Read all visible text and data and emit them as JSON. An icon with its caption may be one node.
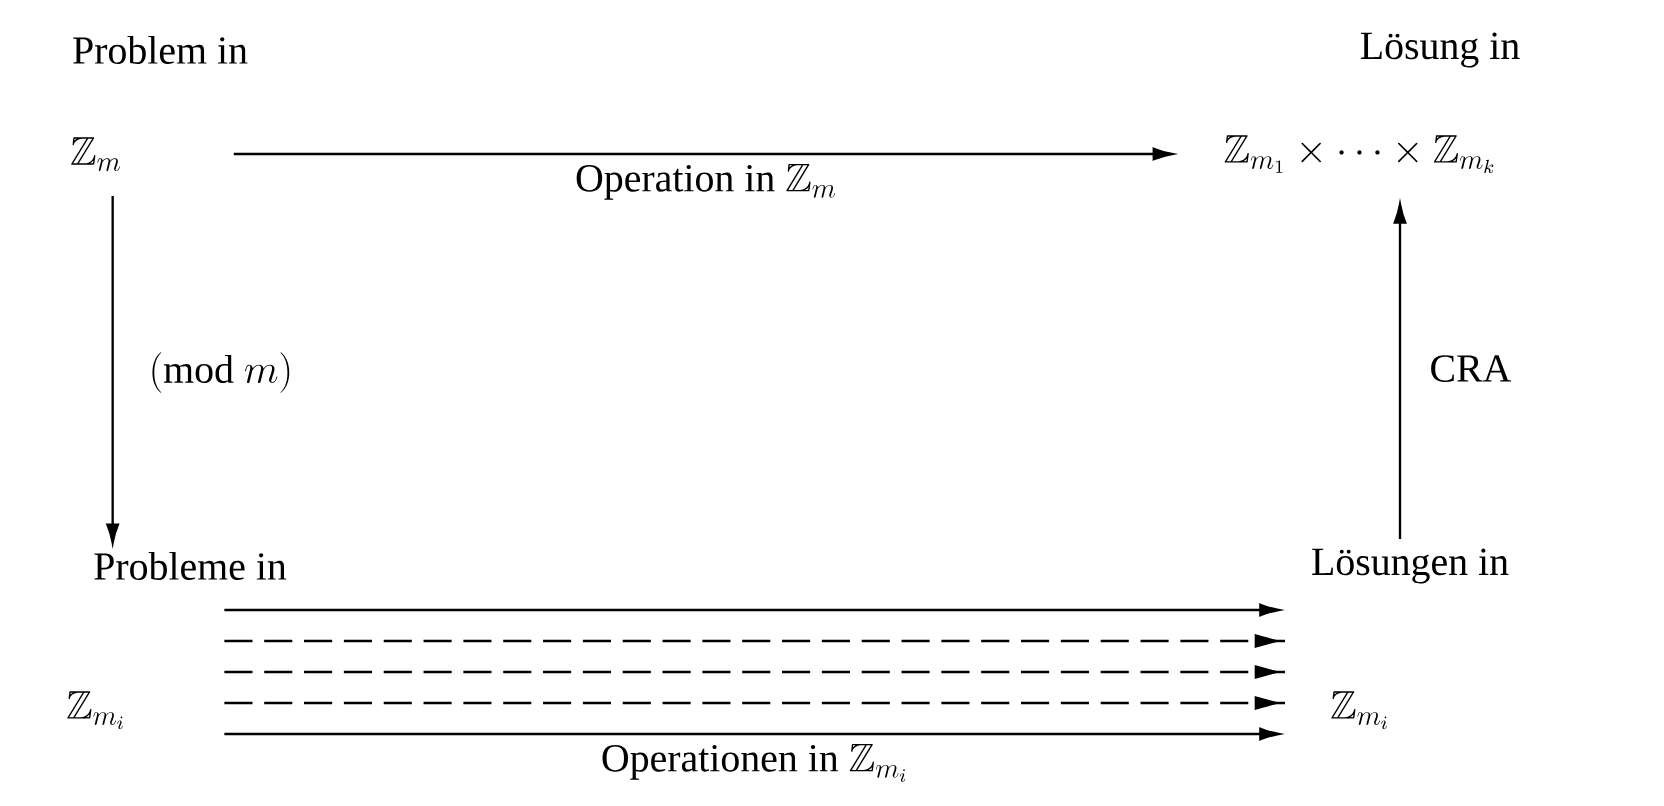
{
  "diagram": {
    "nodes": [
      {
        "text": [
          "Problem in",
          "\\mathbb{Z}_m"
        ]
      },
      {
        "text": [
          "Lösung in",
          "\\mathbb{Z}_{m_1} \\times \\cdots \\times \\mathbb{Z}_{m_k}"
        ]
      },
      {
        "text": [
          "Probleme in",
          "\\mathbb{Z}_{m_i}"
        ]
      },
      {
        "text": [
          "Lösungen in",
          "\\mathbb{Z}_{m_i}"
        ]
      }
    ],
    "edges": [
      {
        "from": 0,
        "to": 1,
        "arrow": "to",
        "label": "\\text{Operation in } \\mathbb{Z}_m"
      },
      {
        "from": 0,
        "to": 2,
        "arrow": "to",
        "label": "(\\mathrm{mod}\\ m)"
      },
      {
        "from": 3,
        "to": 1,
        "arrow": "to",
        "label": "\\text{CRA}"
      },
      {
        "from": 2,
        "to": 3,
        "arrow": "to"
      },
      {
        "from": 2,
        "to": 3,
        "arrow": "to",
        "style": "dashed"
      },
      {
        "from": 2,
        "to": 3,
        "arrow": "to",
        "style": "dashed"
      },
      {
        "from": 2,
        "to": 3,
        "arrow": "to",
        "style": "dashed"
      },
      {
        "from": 2,
        "to": 3,
        "arrow": "to",
        "label": "\\text{Operationen in } \\mathbb{Z}_{m_i}"
      }
    ]
  }
}
